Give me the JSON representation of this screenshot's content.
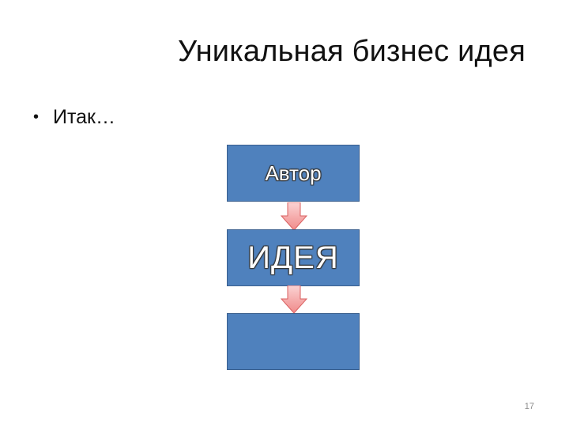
{
  "slide": {
    "title": "Уникальная бизнес идея",
    "bullet": "Итак…",
    "boxes": [
      "Автор",
      "ИДЕЯ",
      ""
    ],
    "page_number": "17"
  },
  "colors": {
    "box_fill": "#4f81bd",
    "box_border": "#3a5f8e",
    "arrow_fill": "#f4a6a6",
    "arrow_border": "#d96060"
  },
  "icons": [
    "bullet-dot-icon",
    "arrow-down-icon"
  ]
}
